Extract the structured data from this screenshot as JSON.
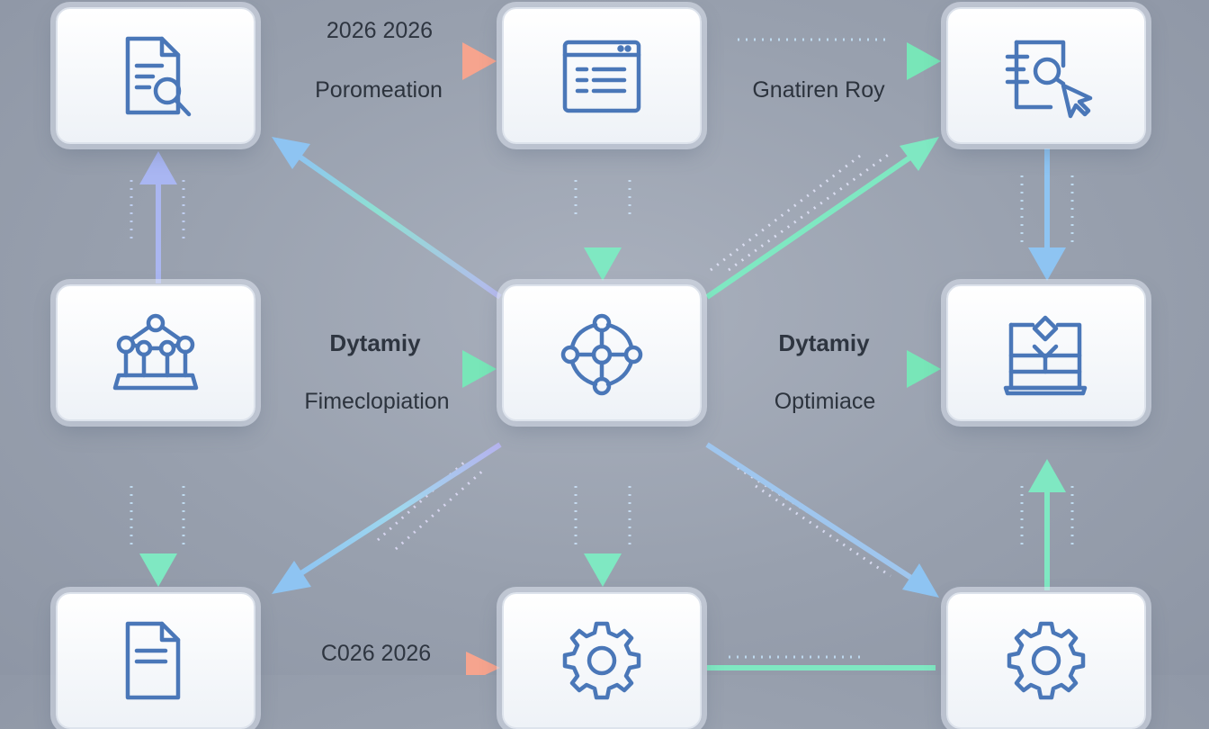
{
  "colors": {
    "icon_stroke": "#4a77b8",
    "arrow_green": "#7fe8c2",
    "arrow_blue": "#8ec4f2",
    "arrow_lilac": "#a9b6f2",
    "arrow_peach": "#f4a48f"
  },
  "nodes": [
    {
      "id": "top-left",
      "icon": "document-search-icon"
    },
    {
      "id": "top-middle",
      "icon": "browser-window-icon"
    },
    {
      "id": "top-right",
      "icon": "search-cursor-icon"
    },
    {
      "id": "middle-left",
      "icon": "network-structure-icon"
    },
    {
      "id": "center",
      "icon": "network-node-icon"
    },
    {
      "id": "middle-right",
      "icon": "layered-stack-icon"
    },
    {
      "id": "bottom-left",
      "icon": "document-icon"
    },
    {
      "id": "bottom-middle",
      "icon": "gear-icon"
    },
    {
      "id": "bottom-right",
      "icon": "gear-icon"
    }
  ],
  "labels": {
    "top_left_title": "2026 2026",
    "top_left_sub": "Poromeation",
    "top_right_sub": "Gnatiren Roy",
    "mid_left_title": "Dytamiy",
    "mid_left_sub": "Fimeclopiation",
    "mid_right_title": "Dytamiy",
    "mid_right_sub": "Optimiace",
    "bottom_left_title": "C026 2026"
  }
}
